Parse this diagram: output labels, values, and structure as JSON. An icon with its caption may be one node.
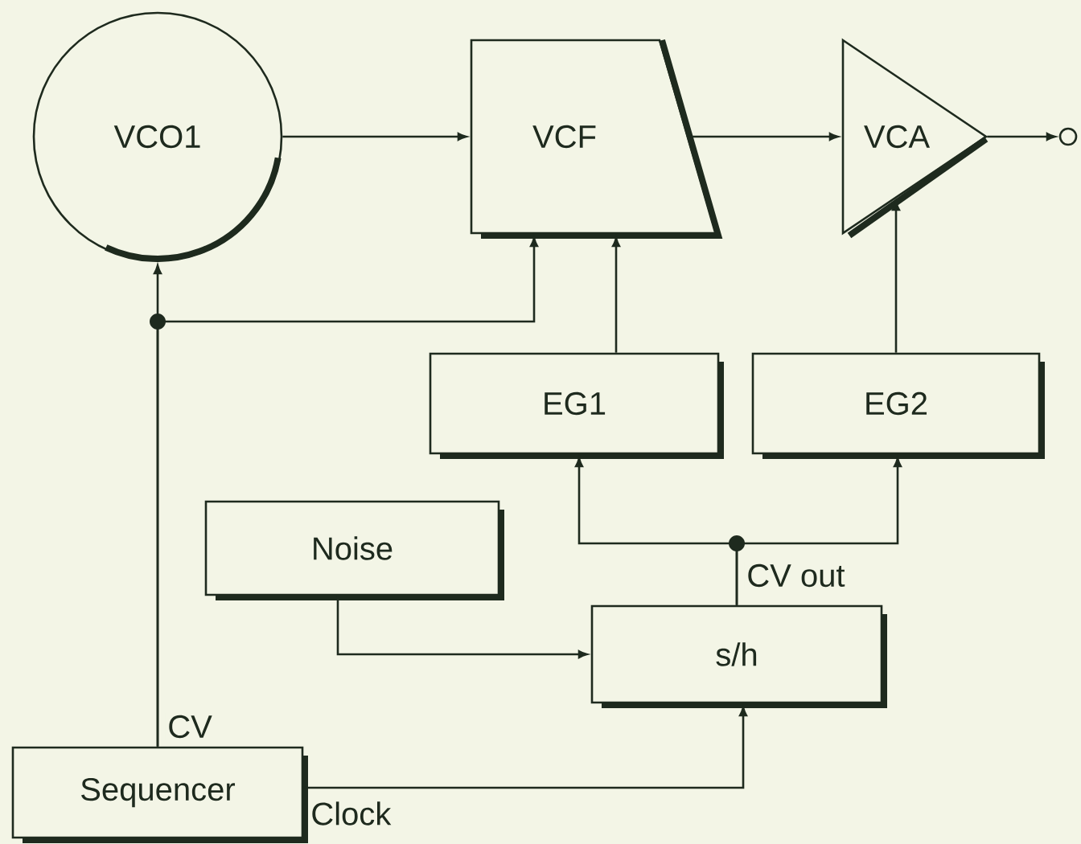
{
  "diagram": {
    "nodes": [
      {
        "text": [
          "VCO1"
        ]
      },
      {
        "text": [
          "VCF"
        ]
      },
      {
        "text": [
          "VCA"
        ]
      },
      {
        "text": [
          "EG1"
        ]
      },
      {
        "text": [
          "EG2"
        ]
      },
      {
        "text": [
          "Noise"
        ]
      },
      {
        "text": [
          "s/h"
        ]
      },
      {
        "text": [
          "Sequencer"
        ]
      },
      {
        "text": [],
        "shape": "circle"
      }
    ],
    "edges": [
      {
        "from": 0,
        "to": 1,
        "arrow": "to"
      },
      {
        "from": 1,
        "to": 2,
        "arrow": "to"
      },
      {
        "from": 2,
        "to": 8,
        "arrow": "to"
      },
      {
        "from": 7,
        "to": 0,
        "arrow": "to",
        "label": "CV"
      },
      {
        "from": 7,
        "to": 1,
        "arrow": "to"
      },
      {
        "from": 3,
        "to": 1,
        "arrow": "to"
      },
      {
        "from": 4,
        "to": 2,
        "arrow": "to"
      },
      {
        "from": 6,
        "to": 3,
        "arrow": "to",
        "label": "CV out"
      },
      {
        "from": 6,
        "to": 4,
        "arrow": "to"
      },
      {
        "from": 5,
        "to": 6,
        "arrow": "to"
      },
      {
        "from": 7,
        "to": 6,
        "arrow": "to",
        "label": "Clock"
      }
    ]
  }
}
